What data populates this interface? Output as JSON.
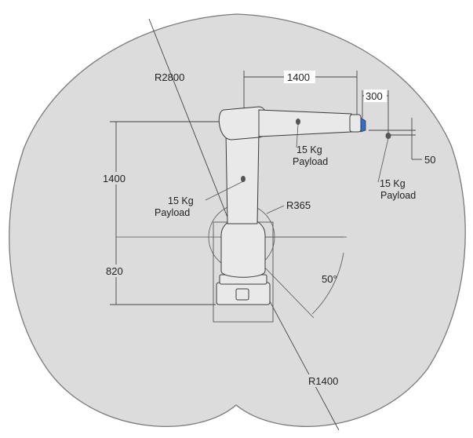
{
  "colors": {
    "envelope_fill": "#dcdcdc",
    "envelope_stroke": "#7a7a7a",
    "robot_fill": "#e9e9e9",
    "robot_stroke": "#3a3a3a",
    "tool_accent": "#2f6fc9",
    "dimension_line": "#444444"
  },
  "labels": {
    "reach_outer": "R2800",
    "reach_inner": "R1400",
    "shoulder_radius": "R365",
    "arm_length": "1400",
    "wrist_offset": "300",
    "tool_drop": "50",
    "upper_arm_height": "1400",
    "base_height": "820",
    "angle": "50°",
    "payload_value": "15 Kg",
    "payload_word": "Payload"
  }
}
